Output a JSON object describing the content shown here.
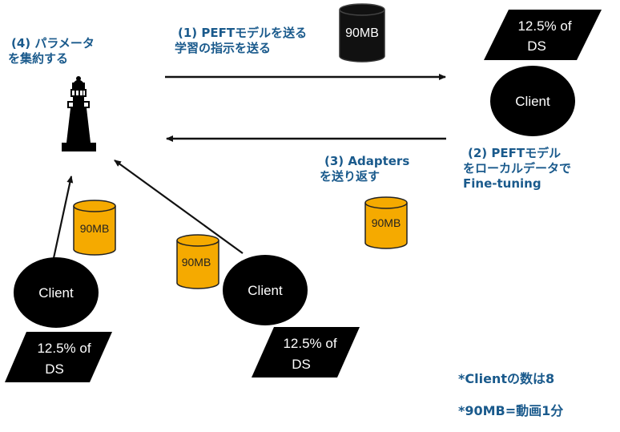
{
  "labels": {
    "step1_line1": "(1) PEFTモデルを送る",
    "step1_line2": "学習の指示を送る",
    "step2_line1": "(2) PEFTモデル",
    "step2_line2": "をローカルデータで",
    "step2_line3": "Fine-tuning",
    "step3_line1": "(3) Adapters",
    "step3_line2": "を送り返す",
    "step4_line1": "(4) パラメータ",
    "step4_line2": "を集約する"
  },
  "model_size": "90MB",
  "adapter_size": "90MB",
  "client_label": "Client",
  "data_share_line1": "12.5% of",
  "data_share_line2": "DS",
  "notes": {
    "client_count": "*Clientの数は8",
    "size_equiv": "*90MB=動画1分"
  },
  "colors": {
    "label_text": "#1a5a8c",
    "adapter_fill": "#f5aa00",
    "node_fill": "#000000"
  }
}
